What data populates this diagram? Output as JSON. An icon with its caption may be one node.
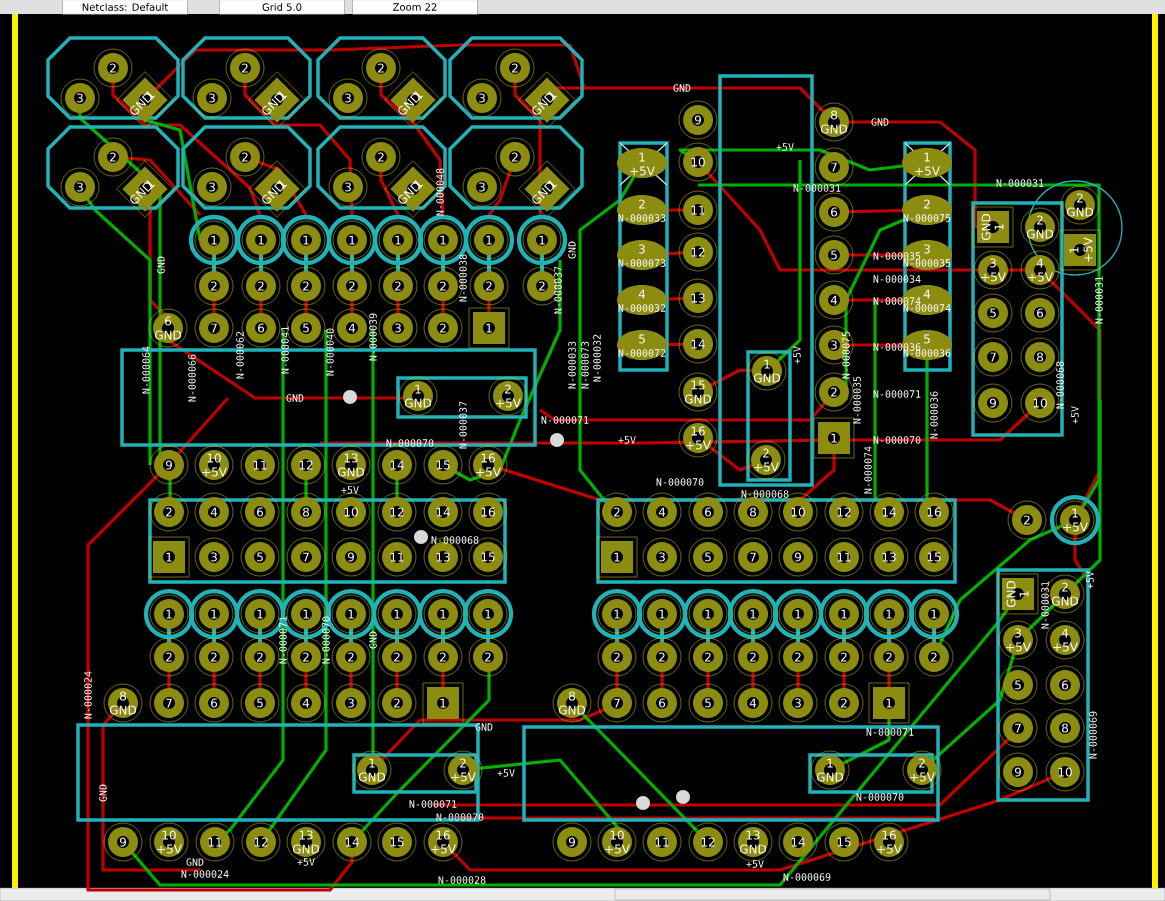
{
  "diagram": {
    "labels": [
      "2",
      "3",
      "1",
      "GND",
      "2",
      "3",
      "1",
      "GND",
      "2",
      "3",
      "1",
      "GND",
      "2",
      "3",
      "1",
      "GND",
      "2",
      "3",
      "1",
      "GND",
      "2",
      "3",
      "1",
      "GND",
      "2",
      "3",
      "1",
      "GND",
      "2",
      "3",
      "1",
      "GND",
      "1",
      "1",
      "1",
      "1",
      "1",
      "1",
      "1",
      "1",
      "2",
      "2",
      "2",
      "2",
      "2",
      "2",
      "2",
      "2",
      "6",
      "GND",
      "7",
      "6",
      "5",
      "4",
      "3",
      "2",
      "1",
      "GND",
      "N-000064",
      "N-000066",
      "N-000062",
      "N-000041",
      "N-000040",
      "N-000039",
      "N-000048",
      "N-000038",
      "N-000037",
      "GND",
      "GND",
      "1",
      "GND",
      "2",
      "+5V",
      "N-000071",
      "N-000070",
      "N-000037",
      "N-000033",
      "N-000073",
      "N-000032",
      "9",
      "10",
      "+5V",
      "11",
      "12",
      "13",
      "GND",
      "14",
      "15",
      "16",
      "+5V",
      "+5V",
      "2",
      "4",
      "6",
      "8",
      "10",
      "12",
      "14",
      "16",
      "1",
      "3",
      "5",
      "7",
      "9",
      "11",
      "13",
      "15",
      "N-000068",
      "1",
      "1",
      "1",
      "1",
      "1",
      "1",
      "1",
      "1",
      "2",
      "2",
      "2",
      "2",
      "2",
      "2",
      "2",
      "2",
      "N-000071",
      "N-000070",
      "GND",
      "8",
      "GND",
      "7",
      "6",
      "5",
      "4",
      "3",
      "2",
      "1",
      "1",
      "GND",
      "2",
      "+5V",
      "GND",
      "+5V",
      "N-000071",
      "N-000070",
      "N-000024",
      "GND",
      "9",
      "10",
      "+5V",
      "11",
      "12",
      "13",
      "GND",
      "14",
      "15",
      "16",
      "+5V",
      "GND",
      "+5V",
      "N-000024",
      "N-000028",
      "2",
      "4",
      "6",
      "8",
      "10",
      "12",
      "14",
      "16",
      "1",
      "3",
      "5",
      "7",
      "9",
      "11",
      "13",
      "15",
      "1",
      "1",
      "1",
      "1",
      "1",
      "1",
      "1",
      "1",
      "2",
      "2",
      "2",
      "2",
      "2",
      "2",
      "2",
      "2",
      "8",
      "GND",
      "7",
      "6",
      "5",
      "4",
      "3",
      "2",
      "1",
      "1",
      "GND",
      "2",
      "+5V",
      "N-000071",
      "N-000070",
      "9",
      "10",
      "+5V",
      "11",
      "12",
      "13",
      "GND",
      "14",
      "15",
      "16",
      "+5V",
      "+5V",
      "N-000069",
      "9",
      "10",
      "11",
      "12",
      "13",
      "14",
      "15",
      "GND",
      "16",
      "+5V",
      "8",
      "GND",
      "7",
      "6",
      "5",
      "4",
      "3",
      "2",
      "1",
      "1",
      "GND",
      "2",
      "+5V",
      "N-000068",
      "GND",
      "+5V",
      "N-000031",
      "+5V",
      "GND",
      "+5V",
      "N-000070",
      "1",
      "+5V",
      "2",
      "N-000033",
      "3",
      "N-000073",
      "4",
      "N-000032",
      "5",
      "N-000072",
      "1",
      "+5V",
      "2",
      "N-000075",
      "3",
      "N-000035",
      "4",
      "N-000074",
      "5",
      "N-000036",
      "N-000035",
      "N-000034",
      "N-000074",
      "N-000036",
      "N-000071",
      "N-000070",
      "N-000075",
      "N-000035",
      "N-000074",
      "N-000036",
      "1",
      "GND",
      "2",
      "GND",
      "3",
      "+5V",
      "4",
      "+5V",
      "5",
      "6",
      "7",
      "8",
      "9",
      "10",
      "2",
      "GND",
      "1",
      "+5V",
      "N-000031",
      "N-000068",
      "N-000031",
      "+5V",
      "1",
      "GND",
      "2",
      "GND",
      "3",
      "+5V",
      "4",
      "+5V",
      "5",
      "6",
      "7",
      "8",
      "9",
      "10",
      "N-000031",
      "+5V",
      "N-000069",
      "2",
      "1",
      "+5V",
      "Netclass: Default",
      "Grid 5.0",
      "Zoom 22"
    ]
  }
}
